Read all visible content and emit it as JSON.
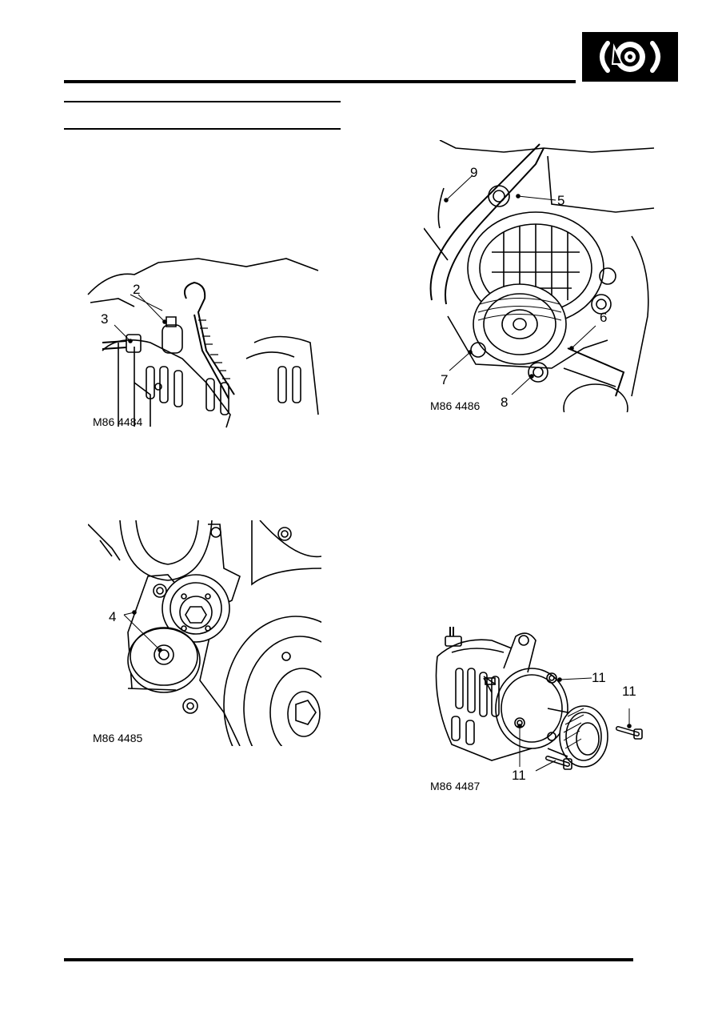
{
  "header": {
    "section_icon": "brake-disc-icon",
    "colors": {
      "rule": "#000000",
      "icon_bg": "#000000",
      "icon_fg": "#ffffff"
    }
  },
  "figures": [
    {
      "id": "fig1",
      "caption": "M86 4484",
      "callouts": [
        "2",
        "3"
      ]
    },
    {
      "id": "fig2",
      "caption": "M86 4486",
      "callouts": [
        "9",
        "5",
        "6",
        "7",
        "8"
      ]
    },
    {
      "id": "fig3",
      "caption": "M86 4485",
      "callouts": [
        "4"
      ]
    },
    {
      "id": "fig4",
      "caption": "M86 4487",
      "callouts": [
        "11",
        "11",
        "11"
      ]
    }
  ]
}
